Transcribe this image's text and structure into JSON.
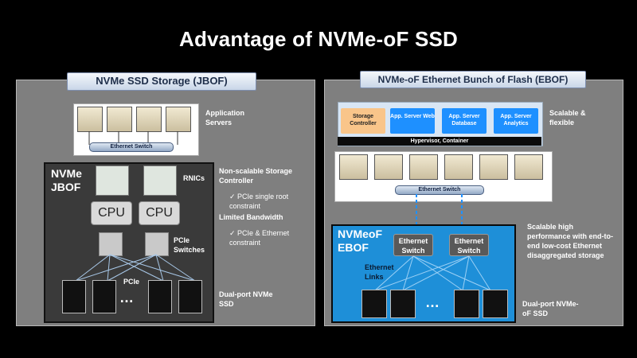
{
  "title": "Advantage of NVMe-oF SSD",
  "left": {
    "tab": "NVMe SSD Storage (JBOF)",
    "app_servers": "Application Servers",
    "eth_switch": "Ethernet Switch",
    "box_label": "NVMe JBOF",
    "rnics": "RNICs",
    "cpu": [
      "CPU",
      "CPU"
    ],
    "pcie_switches": "PCIe Switches",
    "pcie": "PCIe",
    "ellipsis": "…",
    "non_scalable": "Non-scalable Storage Controller",
    "bullet1": "PCIe single root constraint",
    "limited_bw": "Limited Bandwidth",
    "bullet2": "PCIe & Ethernet constraint",
    "ssd_label": "Dual-port NVMe SSD"
  },
  "right": {
    "tab": "NVMe-oF Ethernet Bunch of Flash (EBOF)",
    "apps": [
      "Storage Controller",
      "App. Server Web",
      "App. Server Database",
      "App. Server Analytics"
    ],
    "hypervisor": "Hypervisor, Container",
    "scalable": "Scalable & flexible",
    "eth_switch": "Ethernet Switch",
    "box_label": "NVMeoF EBOF",
    "eth_switch_box": "Ethernet Switch",
    "eth_links": "Ethernet Links",
    "ellipsis": "…",
    "desc": "Scalable high performance with end-to-end low-cost Ethernet disaggregated storage",
    "ssd_label": "Dual-port NVMe-oF SSD"
  },
  "colors": {
    "panel": "#7f7f7f",
    "ebof_blue": "#1e8fd8",
    "app_blue": "#1e90ff",
    "storage_ctrl": "#f9c58a"
  }
}
